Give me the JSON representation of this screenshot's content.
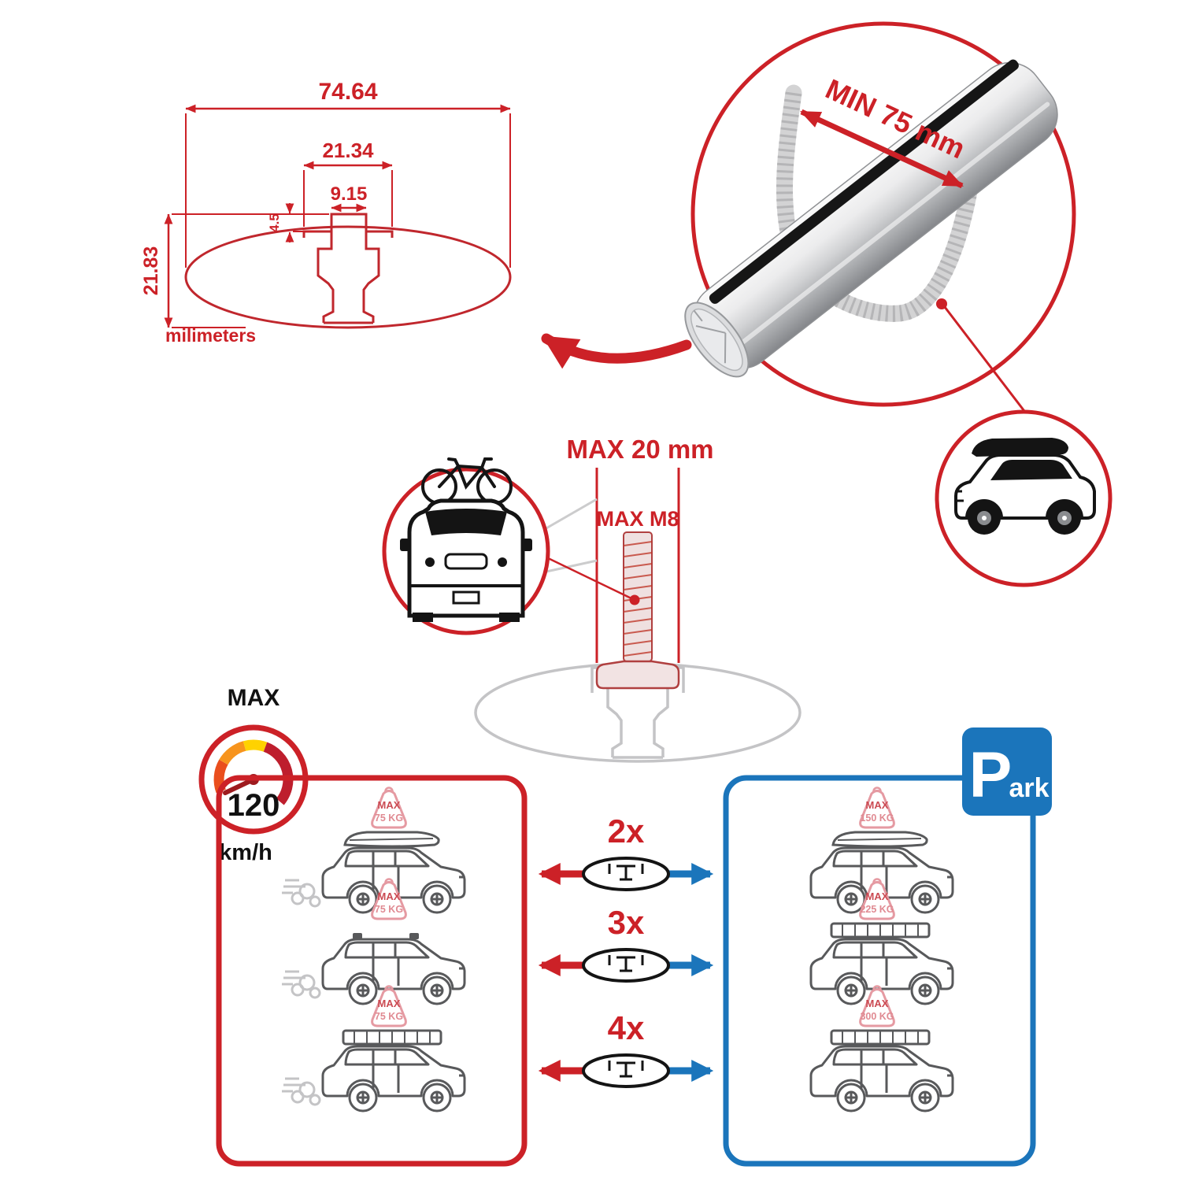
{
  "colors": {
    "red": "#cc2127",
    "dark_red": "#be1e2d",
    "blue": "#1b75bb",
    "gray": "#9d9d9c",
    "black": "#141414"
  },
  "cross_section": {
    "dim_total_width": "74.64",
    "dim_channel_outer": "21.34",
    "dim_channel_inner": "9.15",
    "dim_lip": "4.5",
    "dim_total_height": "21.83",
    "units_label": "milimeters"
  },
  "bar_callout": {
    "min_span_label": "MIN 75 mm"
  },
  "bolt_callout": {
    "max_width_label": "MAX 20 mm",
    "max_thread_label": "MAX M8"
  },
  "speed_limit": {
    "title": "MAX",
    "value": "120",
    "units": "km/h"
  },
  "park_sign": {
    "letter": "P",
    "rest": "ark"
  },
  "comparison": {
    "multipliers": [
      "2x",
      "3x",
      "4x"
    ],
    "driving_loads": [
      {
        "line1": "MAX",
        "line2": "75 KG"
      },
      {
        "line1": "MAX",
        "line2": "75 KG"
      },
      {
        "line1": "MAX",
        "line2": "75 KG"
      }
    ],
    "parked_loads": [
      {
        "line1": "MAX",
        "line2": "150 KG"
      },
      {
        "line1": "MAX",
        "line2": "225 KG"
      },
      {
        "line1": "MAX",
        "line2": "300 KG"
      }
    ]
  }
}
